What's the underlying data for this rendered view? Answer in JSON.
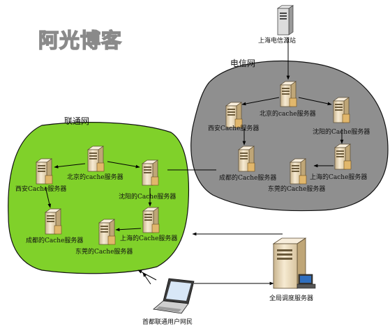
{
  "watermark": "阿光博客",
  "networks": {
    "telecom": {
      "name": "电信网",
      "color": "#8c8c8c"
    },
    "unicom": {
      "name": "联通网",
      "color": "#7dcf2b"
    }
  },
  "servers": {
    "telecom_source": "上海电信源站",
    "tel_beijing": "北京的cache服务器",
    "tel_xian": "西安Cache服务器",
    "tel_shenyang": "沈阳的Cache服务器",
    "tel_chengdu": "成都的Cache服务器",
    "tel_shanghai": "上海的Cache服务器",
    "tel_dongguan": "东莞的Cache服务器",
    "uni_xian": "西安Cache服务器",
    "uni_beijing": "北京的cache服务器",
    "uni_shenyang": "沈阳的Cache服务器",
    "uni_chengdu": "成都的Cache服务器",
    "uni_shanghai": "上海的Cache服务器",
    "uni_dongguan": "东莞的Cache服务器",
    "gslb": "全局调度服务器",
    "client": "首都联通用户网民"
  },
  "colors": {
    "server_body": "#f0e2c4",
    "server_accent": "#d9ac62",
    "line": "#000000"
  }
}
